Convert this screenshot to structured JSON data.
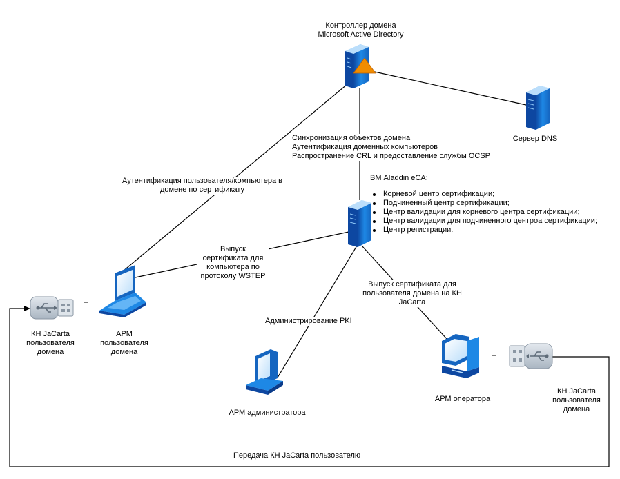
{
  "nodes": {
    "dc": {
      "line1": "Контроллер домена",
      "line2": "Microsoft Active Directory"
    },
    "dns": {
      "label": "Сервер DNS"
    },
    "ca": {
      "title": "ВМ Aladdin eCA:",
      "items": [
        "Корневой центр сертификации;",
        "Подчиненный центр сертификации;",
        "Центр валидации для корневого центра сертификации;",
        "Центр валидации для подчиненного центроа сертификации;",
        "Центр регистрации."
      ]
    },
    "arm_user": {
      "line1": "АРМ",
      "line2": "пользователя",
      "line3": "домена"
    },
    "token_left": {
      "line1": "КН JaCarta",
      "line2": "пользователя",
      "line3": "домена"
    },
    "arm_admin": {
      "label": "АРМ администратора"
    },
    "arm_operator": {
      "label": "АРМ оператора"
    },
    "token_right": {
      "line1": "КН JaCarta",
      "line2": "пользователя",
      "line3": "домена"
    }
  },
  "edges": {
    "sync": {
      "line1": "Синхронизация объектов домена",
      "line2": "Аутентификация доменных компьютеров",
      "line3": "Распространение CRL и предоставление службы OCSP"
    },
    "auth": {
      "line1": "Аутентификация пользователя/компьютера в",
      "line2": "домене по сертификату"
    },
    "wstep": {
      "line1": "Выпуск",
      "line2": "сертификата для",
      "line3": "компьютера по",
      "line4": "протоколу WSTEP"
    },
    "pki": {
      "label": "Администрирование PKI"
    },
    "issue_user": {
      "line1": "Выпуск сертификата для",
      "line2": "пользователя домена на КН",
      "line3": "JaCarta"
    },
    "transfer": {
      "label": "Передача КН JaCarta пользователю"
    }
  },
  "plus": {
    "left": "+",
    "right": "+"
  },
  "icons": {
    "dc": "ad-server-icon",
    "dns": "dns-server-icon",
    "ca": "ca-server-icon",
    "arm_user": "laptop-icon",
    "arm_admin": "workstation-icon",
    "arm_operator": "workstation-icon",
    "token_left": "usb-token-icon",
    "token_right": "usb-token-icon"
  },
  "colors": {
    "server_blue": "#1565c0",
    "token_gray": "#b0bcc8",
    "triangle_orange": "#f08c00"
  }
}
